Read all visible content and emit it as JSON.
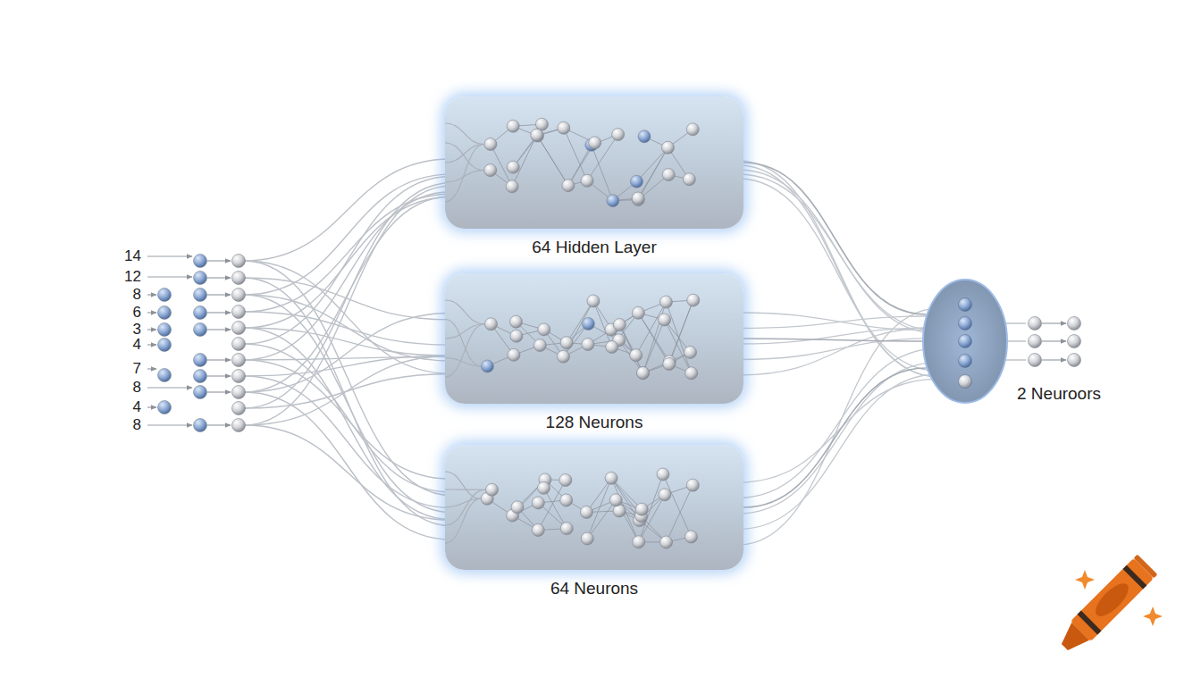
{
  "diagram": {
    "nodes": [
      {
        "text": [
          "64 Hidden Layer"
        ]
      },
      {
        "text": [
          "128 Neurons"
        ]
      },
      {
        "text": [
          "64 Neurons"
        ]
      },
      {
        "text": [
          "2 Neuroors"
        ]
      }
    ],
    "edges": [
      {
        "from": 0,
        "to": 3,
        "arrow": "none"
      },
      {
        "from": 1,
        "to": 3,
        "arrow": "none"
      },
      {
        "from": 2,
        "to": 3,
        "arrow": "none"
      }
    ],
    "labels": [
      "14",
      "12",
      "8",
      "6",
      "3",
      "4",
      "7",
      "8",
      "4",
      "8"
    ]
  }
}
